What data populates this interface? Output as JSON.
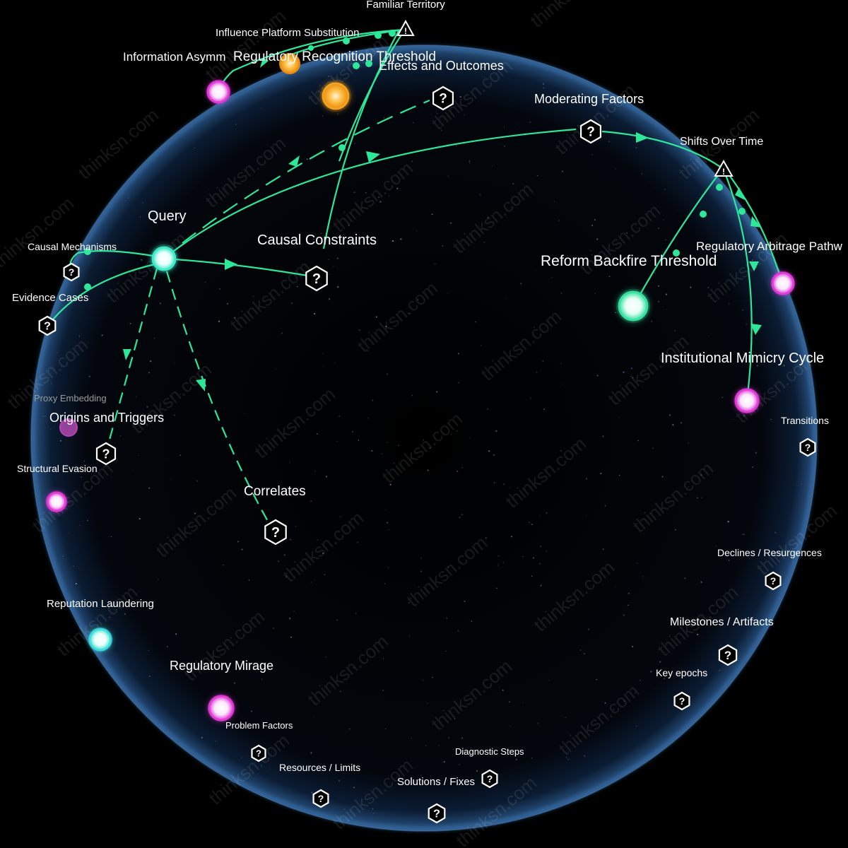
{
  "graph": {
    "watermark": "thinksn.com",
    "colors": {
      "background": "#000000",
      "sphere_rim": "#2f5d8f",
      "edge": "#2ee89a",
      "cyan_node": "#3ee8c8",
      "magenta_node": "#e13ad8",
      "orange_node": "#f5a21a",
      "green_node": "#35e0a0"
    },
    "nodes": [
      {
        "id": "query",
        "label": "Query",
        "kind": "cyan",
        "icon": "glow-node"
      },
      {
        "id": "familiar",
        "label": "Familiar Territory",
        "kind": "warning",
        "icon": "warning-triangle-icon"
      },
      {
        "id": "influence",
        "label": "Influence Platform Substitution",
        "kind": "label",
        "icon": ""
      },
      {
        "id": "infoasym",
        "label": "Information Asymm",
        "kind": "magenta",
        "icon": "glow-node"
      },
      {
        "id": "regrecog",
        "label": "Regulatory Recognition Threshold",
        "kind": "orange",
        "icon": "glow-node"
      },
      {
        "id": "effects",
        "label": "Effects and Outcomes",
        "kind": "question",
        "icon": "question-hex-icon"
      },
      {
        "id": "orangebig",
        "label": "",
        "kind": "orange",
        "icon": "glow-node"
      },
      {
        "id": "moderating",
        "label": "Moderating Factors",
        "kind": "question",
        "icon": "question-hex-icon"
      },
      {
        "id": "shifts",
        "label": "Shifts Over Time",
        "kind": "warning",
        "icon": "warning-triangle-icon"
      },
      {
        "id": "causalcons",
        "label": "Causal Constraints",
        "kind": "question",
        "icon": "question-hex-icon"
      },
      {
        "id": "reform",
        "label": "Reform Backfire Threshold",
        "kind": "green",
        "icon": "glow-node"
      },
      {
        "id": "regarb",
        "label": "Regulatory Arbitrage Pathw",
        "kind": "magenta",
        "icon": "glow-node"
      },
      {
        "id": "mimicry",
        "label": "Institutional Mimicry Cycle",
        "kind": "magenta",
        "icon": "glow-node"
      },
      {
        "id": "causalmech",
        "label": "Causal Mechanisms",
        "kind": "question",
        "icon": "question-hex-icon"
      },
      {
        "id": "evidence",
        "label": "Evidence Cases",
        "kind": "question",
        "icon": "question-hex-icon"
      },
      {
        "id": "proxy",
        "label": "Proxy Embedding",
        "kind": "magenta-dim",
        "icon": "glow-node"
      },
      {
        "id": "origins",
        "label": "Origins and Triggers",
        "kind": "question",
        "icon": "question-hex-icon"
      },
      {
        "id": "structural",
        "label": "Structural Evasion",
        "kind": "magenta",
        "icon": "glow-node"
      },
      {
        "id": "correlates",
        "label": "Correlates",
        "kind": "question",
        "icon": "question-hex-icon"
      },
      {
        "id": "transitions",
        "label": "Transitions",
        "kind": "question",
        "icon": "question-hex-icon"
      },
      {
        "id": "declines",
        "label": "Declines / Resurgences",
        "kind": "question",
        "icon": "question-hex-icon"
      },
      {
        "id": "milestones",
        "label": "Milestones / Artifacts",
        "kind": "question",
        "icon": "question-hex-icon"
      },
      {
        "id": "keyepochs",
        "label": "Key epochs",
        "kind": "question",
        "icon": "question-hex-icon"
      },
      {
        "id": "reputation",
        "label": "Reputation Laundering",
        "kind": "cyan",
        "icon": "glow-node"
      },
      {
        "id": "mirage",
        "label": "Regulatory Mirage",
        "kind": "magenta",
        "icon": "glow-node"
      },
      {
        "id": "problem",
        "label": "Problem Factors",
        "kind": "question",
        "icon": "question-hex-icon"
      },
      {
        "id": "resources",
        "label": "Resources / Limits",
        "kind": "question",
        "icon": "question-hex-icon"
      },
      {
        "id": "diagnostic",
        "label": "Diagnostic Steps",
        "kind": "question",
        "icon": "question-hex-icon"
      },
      {
        "id": "solutions",
        "label": "Solutions / Fixes",
        "kind": "question",
        "icon": "question-hex-icon"
      }
    ]
  }
}
